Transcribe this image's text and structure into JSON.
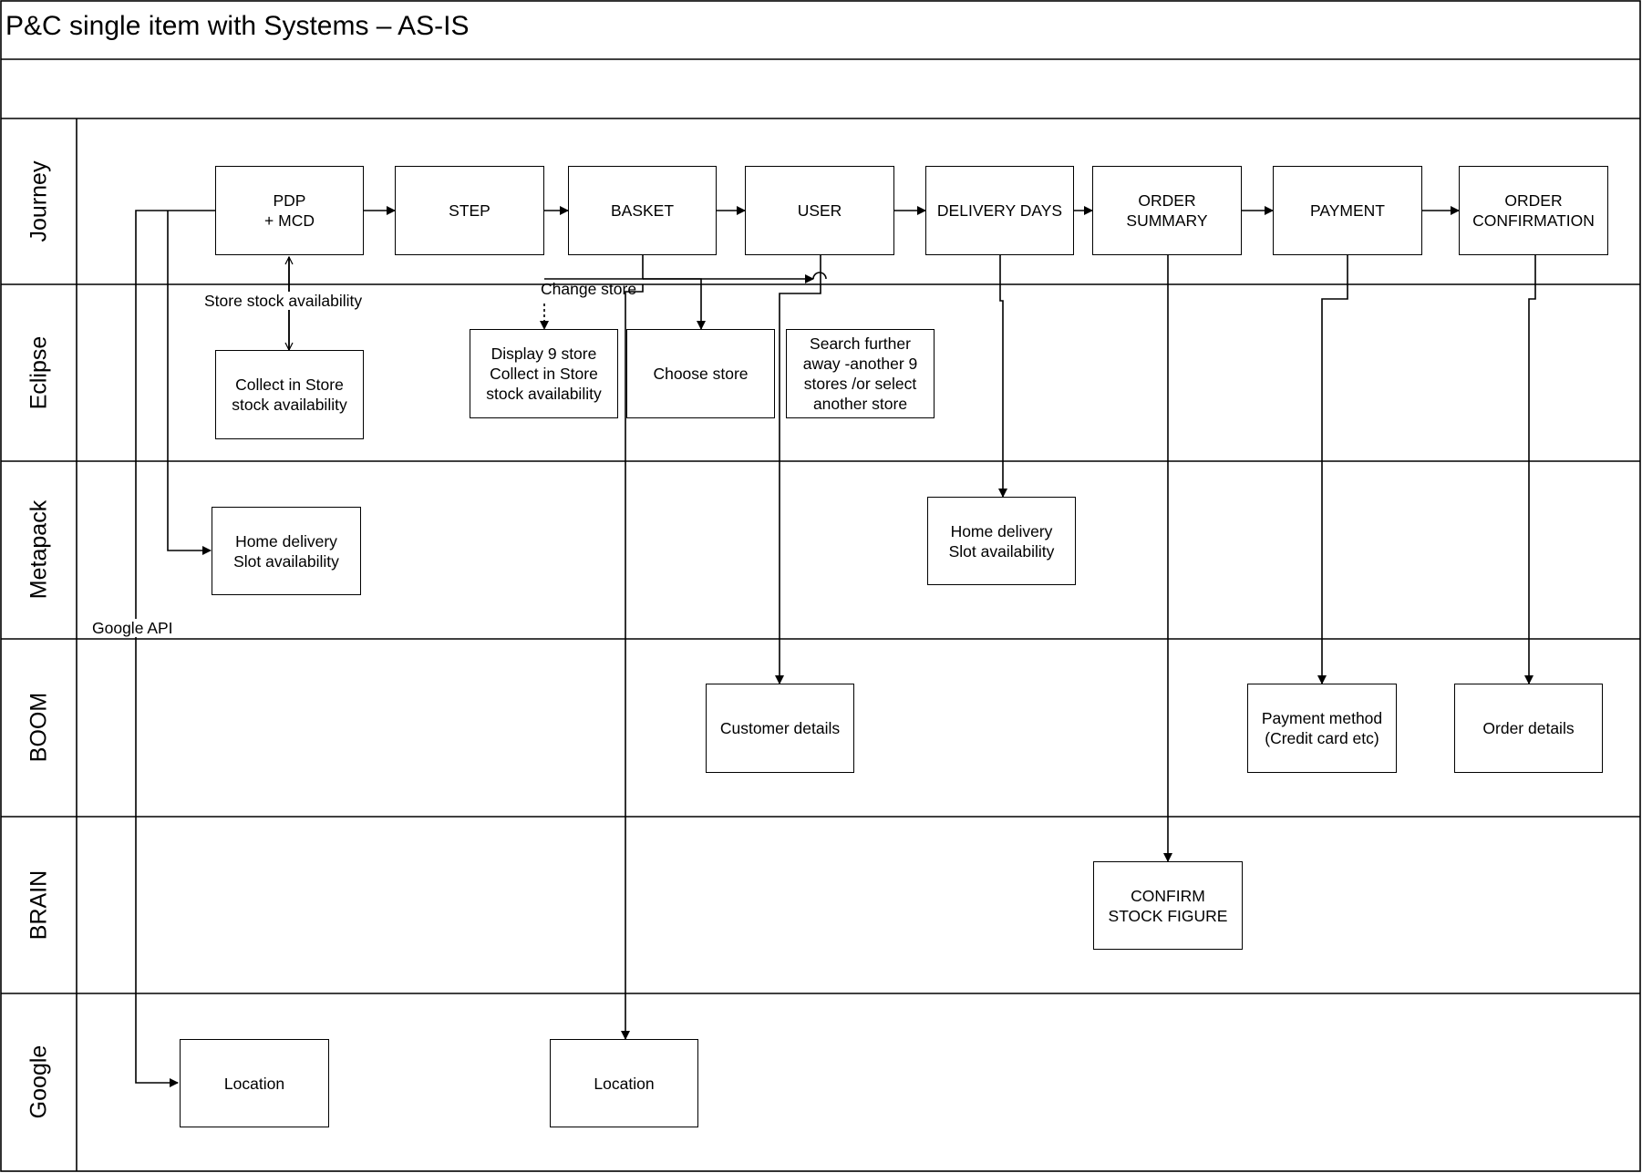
{
  "title": "P&C single item with Systems – AS-IS",
  "lanes": [
    "Journey",
    "Eclipse",
    "Metapack",
    "BOOM",
    "BRAIN",
    "Google"
  ],
  "journey_steps": {
    "pdp": "PDP\n+ MCD",
    "step": "STEP",
    "basket": "BASKET",
    "user": "USER",
    "delivery_days": "DELIVERY DAYS",
    "order_summary": "ORDER\nSUMMARY",
    "payment": "PAYMENT",
    "order_confirmation": "ORDER\nCONFIRMATION"
  },
  "eclipse": {
    "collect_in_store": "Collect in Store\nstock availability",
    "display_9_store": "Display 9 store\nCollect in Store\nstock availability",
    "choose_store": "Choose store",
    "search_further": "Search further\naway -another 9\nstores /or select\nanother store"
  },
  "metapack": {
    "home_delivery_1": "Home delivery\nSlot availability",
    "home_delivery_2": "Home delivery\nSlot availability"
  },
  "boom": {
    "customer_details": "Customer details",
    "payment_method": "Payment method\n(Credit card etc)",
    "order_details": "Order details"
  },
  "brain": {
    "confirm_stock": "CONFIRM\nSTOCK FIGURE"
  },
  "google": {
    "location_1": "Location",
    "location_2": "Location"
  },
  "annotations": {
    "store_stock_availability": "Store stock availability",
    "change_store": "Change store",
    "google_api": "Google API"
  }
}
